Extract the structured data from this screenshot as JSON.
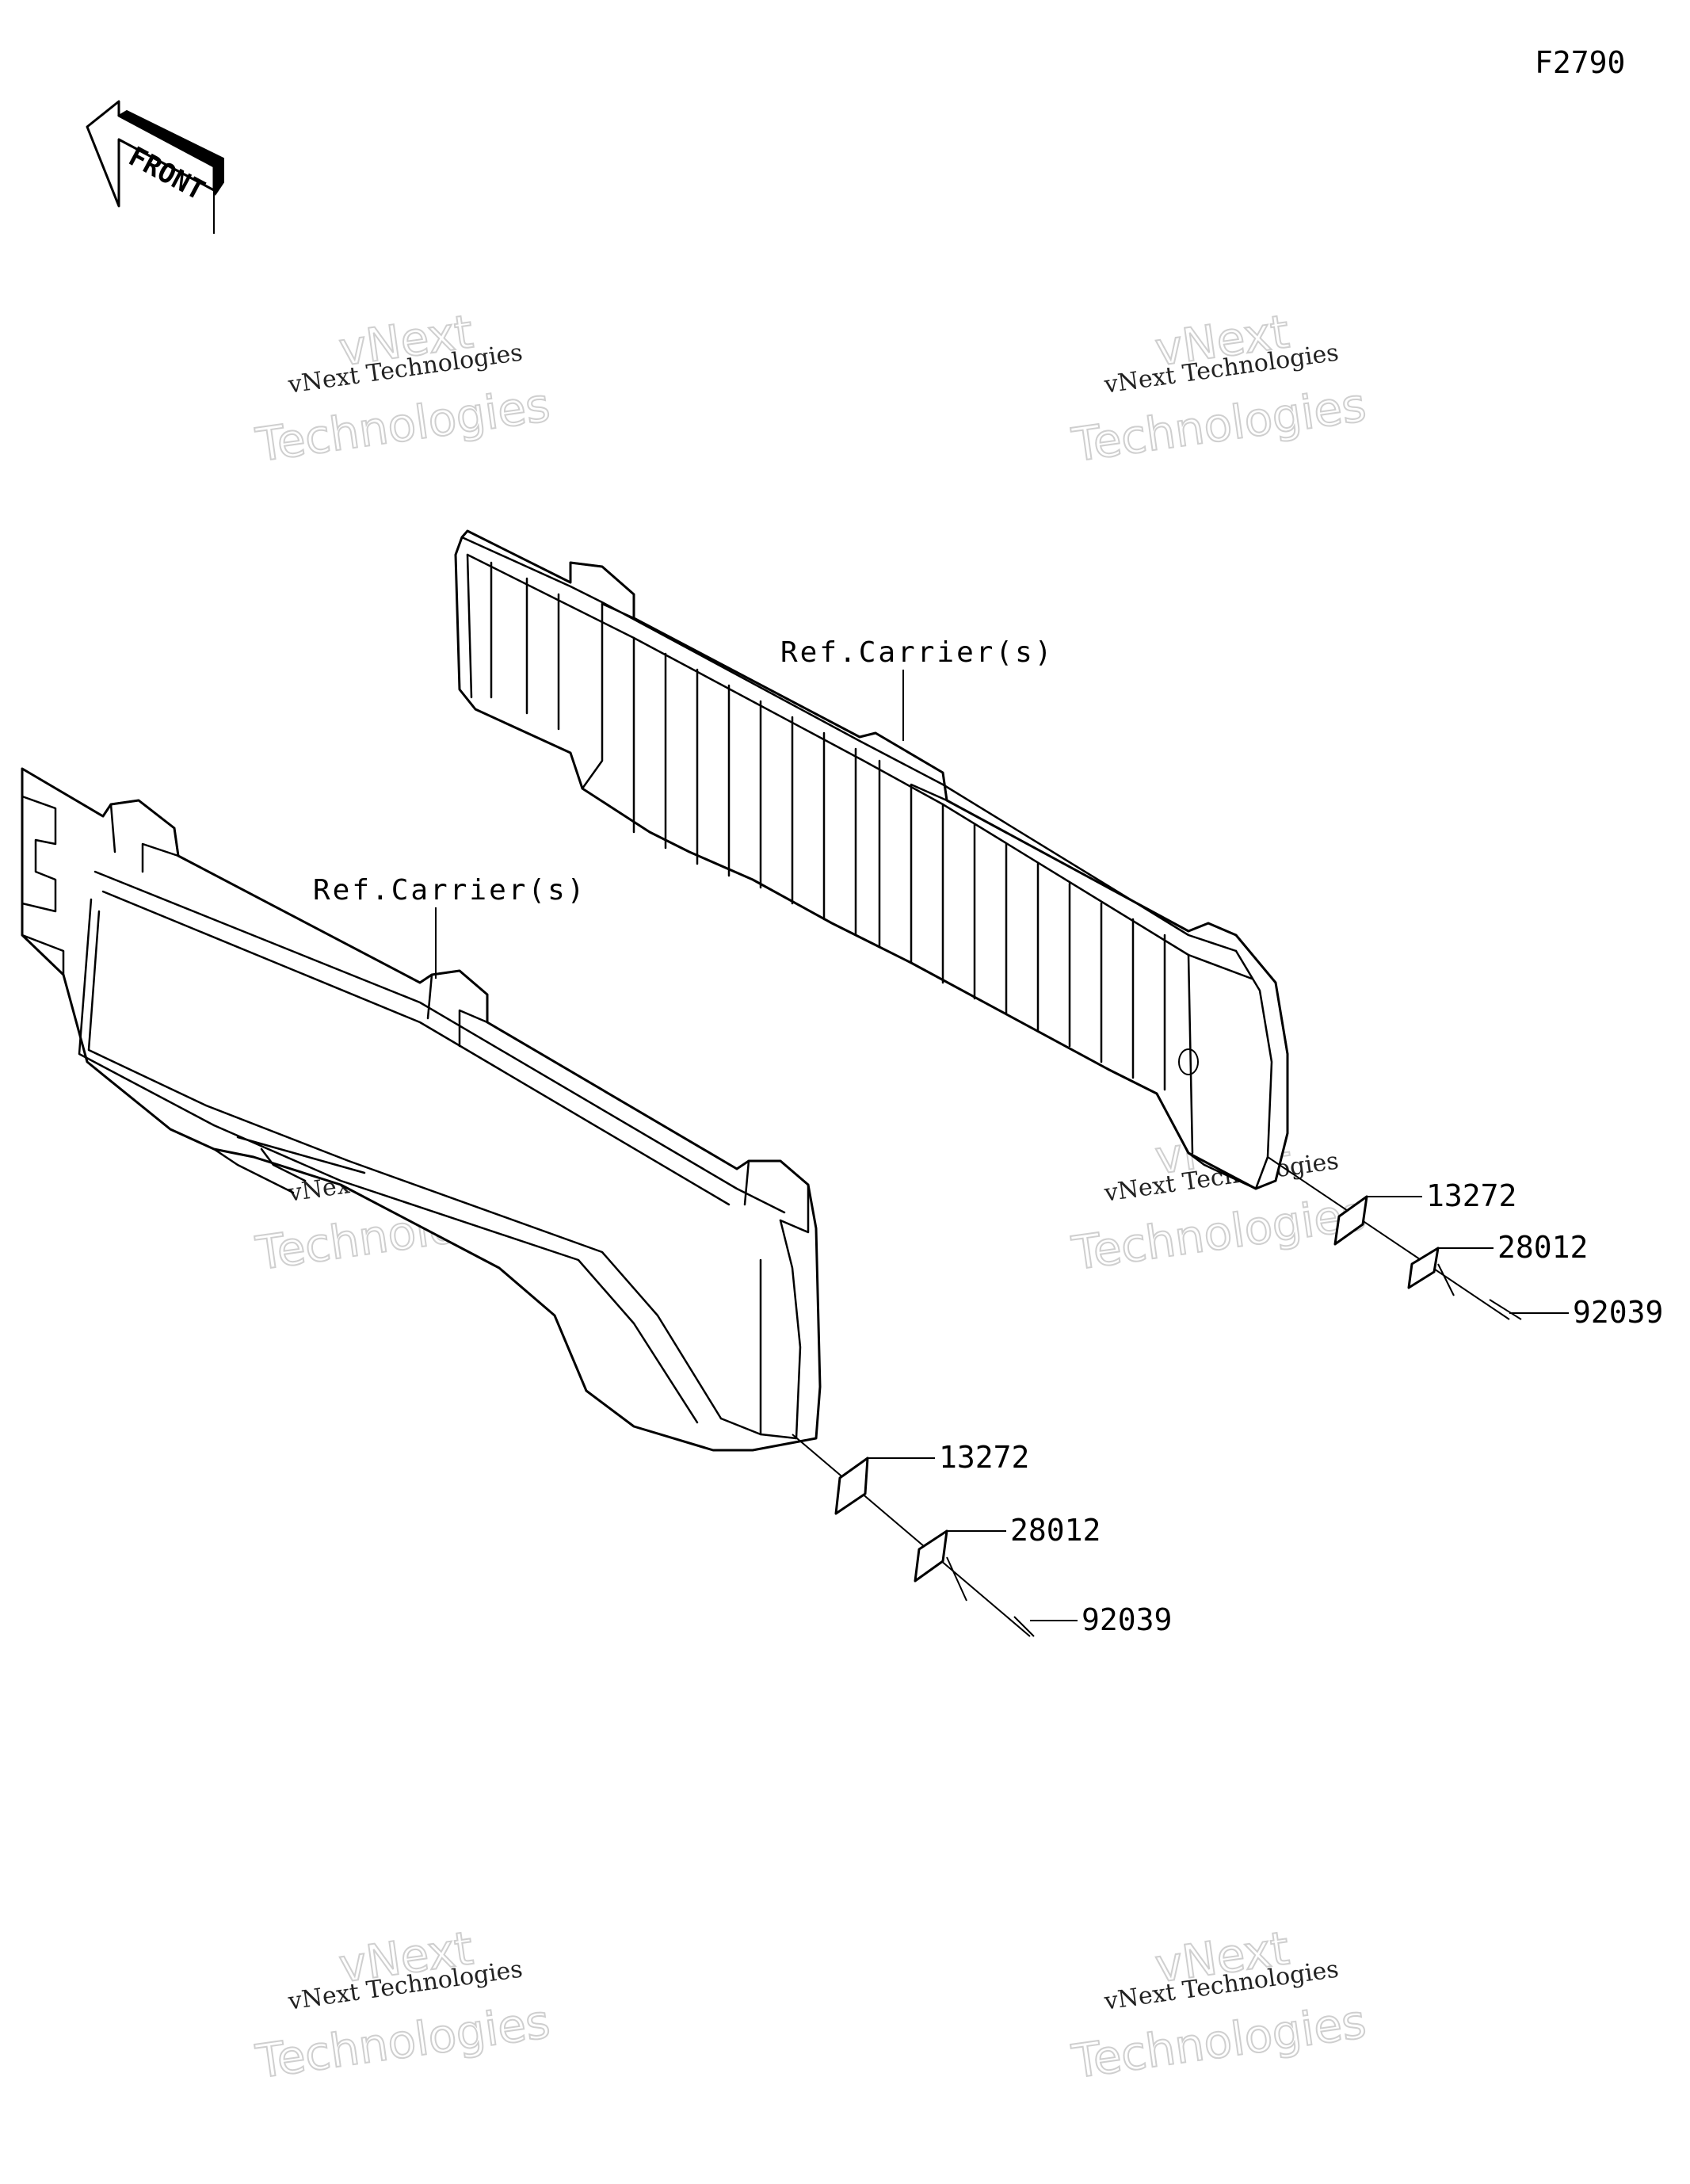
{
  "figure_code": "F2790",
  "front_arrow_label": "FRONT",
  "watermark": {
    "line1": "vNext Technologies",
    "line2": "vNext",
    "line3": "Technologies"
  },
  "references": [
    {
      "id": "ref-upper",
      "text": "Ref.Carrier(s)"
    },
    {
      "id": "ref-lower",
      "text": "Ref.Carrier(s)"
    }
  ],
  "callouts": {
    "right_group": [
      "13272",
      "28012",
      "92039"
    ],
    "left_group": [
      "13272",
      "28012",
      "92039"
    ]
  }
}
